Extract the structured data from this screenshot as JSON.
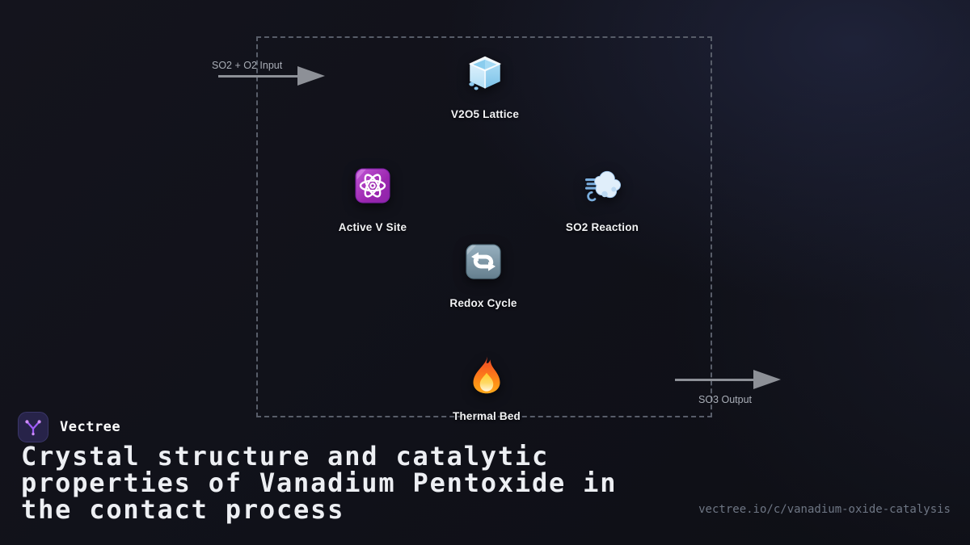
{
  "brand": {
    "name": "Vectree",
    "logo_icon": "vectree-logo-icon"
  },
  "diagram": {
    "input": {
      "label": "SO2 + O2 Input"
    },
    "output": {
      "label": "SO3 Output"
    },
    "nodes": [
      {
        "label": "V2O5 Lattice",
        "icon": "ice-cube-icon"
      },
      {
        "label": "Active V Site",
        "icon": "atom-icon"
      },
      {
        "label": "SO2 Reaction",
        "icon": "dash-cloud-icon"
      },
      {
        "label": "Redox Cycle",
        "icon": "repeat-arrows-icon"
      },
      {
        "label": "Thermal Bed",
        "icon": "fire-icon"
      }
    ]
  },
  "footer": {
    "title": "Crystal structure and catalytic properties of Vanadium Pentoxide in the contact process",
    "url": "vectree.io/c/vanadium-oxide-catalysis"
  },
  "colors": {
    "background": "#101119",
    "boundary_dash": "#585d69",
    "arrow_gray": "#8d9097",
    "flow_label_gray": "#a9aeb7",
    "node_label_white": "#f2f3f5",
    "title_white": "#edeff3",
    "url_gray": "#6e7684",
    "brand_purple": "#9f5cf7"
  }
}
